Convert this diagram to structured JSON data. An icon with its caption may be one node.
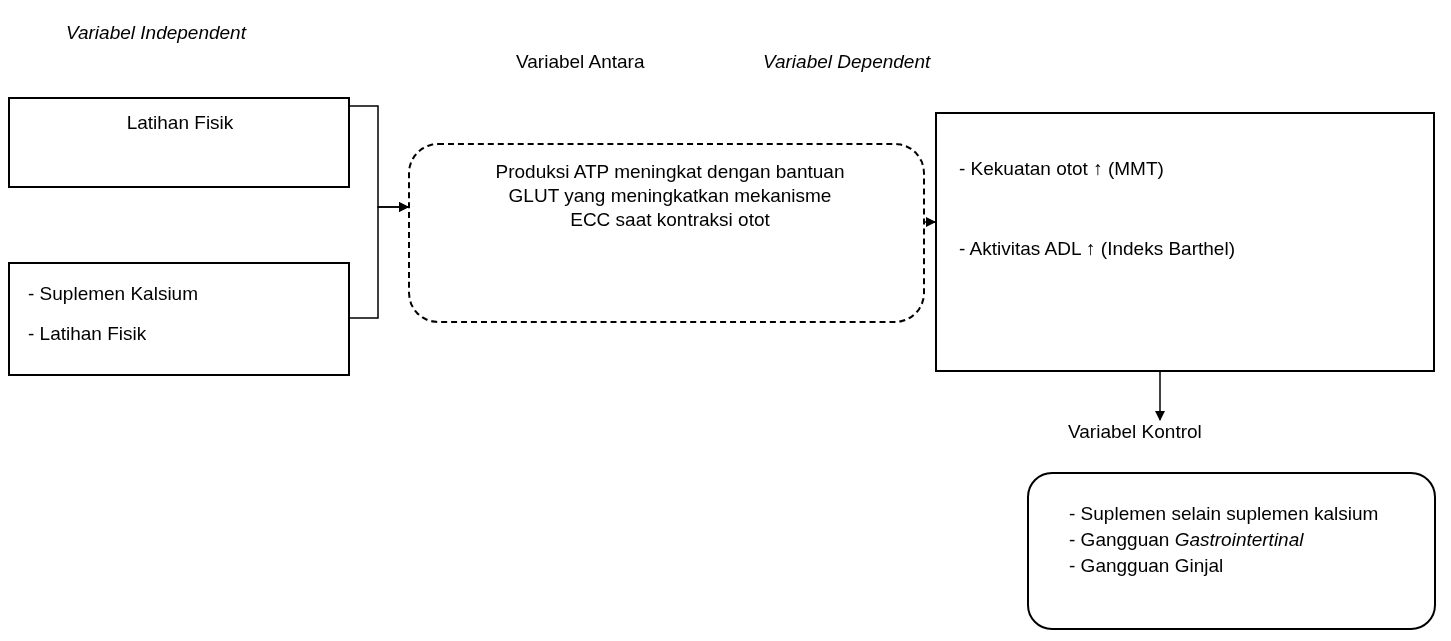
{
  "diagram": {
    "nodes": [
      {
        "text": [
          "Latihan Fisik"
        ]
      },
      {
        "text": [
          "- Suplemen Kalsium",
          "- Latihan Fisik"
        ]
      },
      {
        "text": [
          "Variabel Antara",
          "Produksi ATP meningkat dengan bantuan GLUT yang meningkatkan mekanisme ECC saat kontraksi otot"
        ]
      },
      {
        "text": [
          "Variabel Dependent",
          "- Kekuatan otot ↑ (MMT)",
          "- Aktivitas ADL ↑ (Indeks Barthel)"
        ]
      },
      {
        "text": [
          "Variabel Kontrol",
          "- Suplemen selain suplemen kalsium",
          "- Gangguan *Gastrointertinal*",
          "- Gangguan Ginjal"
        ]
      }
    ],
    "edges": [
      {
        "from": 0,
        "to": 2,
        "arrow": "to"
      },
      {
        "from": 1,
        "to": 2,
        "arrow": "to"
      },
      {
        "from": 2,
        "to": 3,
        "arrow": "to"
      },
      {
        "from": 3,
        "to": 4,
        "arrow": "to"
      }
    ],
    "labels": [
      "Variabel Independent"
    ]
  }
}
